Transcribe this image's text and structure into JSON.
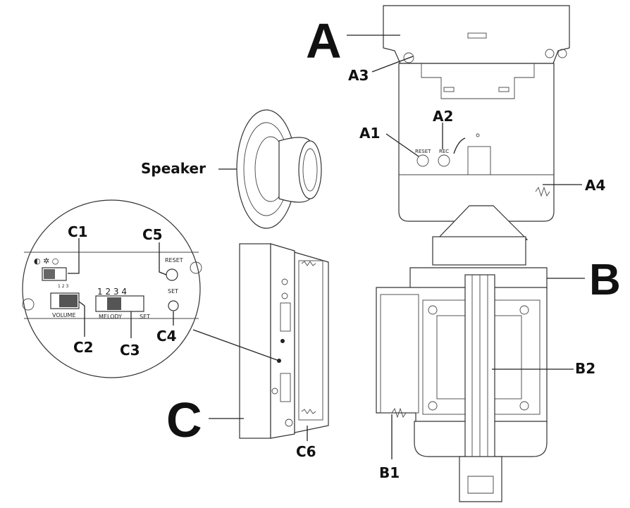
{
  "labels": {
    "A": "A",
    "A1": "A1",
    "A2": "A2",
    "A3": "A3",
    "A4": "A4",
    "B": "B",
    "B1": "B1",
    "B2": "B2",
    "C": "C",
    "C1": "C1",
    "C2": "C2",
    "C3": "C3",
    "C4": "C4",
    "C5": "C5",
    "C6": "C6",
    "speaker": "Speaker"
  },
  "unit_a": {
    "reset": "RESET",
    "rec": "REC"
  },
  "detail": {
    "reset": "RESET",
    "set": "SET",
    "volume": "VOLUME",
    "melody": "MELODY",
    "digits": "1 2 3 4",
    "vol_marks": "1 2 3"
  }
}
